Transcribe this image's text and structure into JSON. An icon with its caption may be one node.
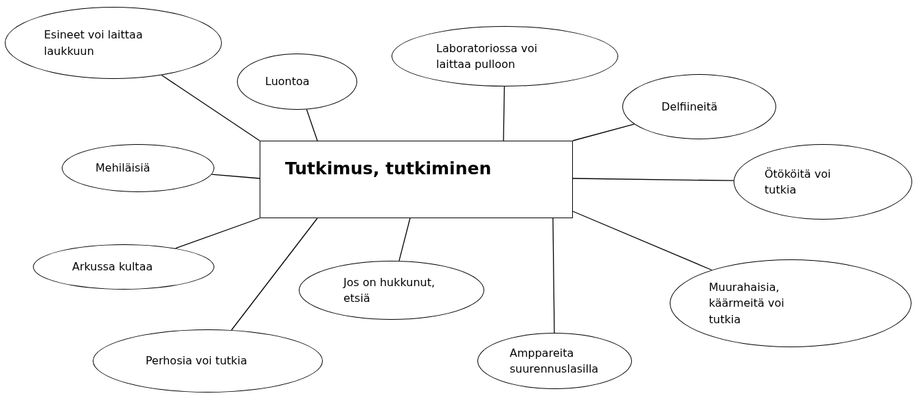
{
  "diagram": {
    "nodes": [
      {
        "text": [
          "Tutkimus, tutkiminen"
        ]
      },
      {
        "text": [
          "Esineet voi laittaa laukkuun"
        ]
      },
      {
        "text": [
          "Luontoa"
        ]
      },
      {
        "text": [
          "Laboratoriossa voi laittaa pulloon"
        ]
      },
      {
        "text": [
          "Delfiineitä"
        ]
      },
      {
        "text": [
          "Mehiläisiä"
        ]
      },
      {
        "text": [
          "Ötököitä voi tutkia"
        ]
      },
      {
        "text": [
          "Arkussa kultaa"
        ]
      },
      {
        "text": [
          "Jos on hukkunut, etsiä"
        ]
      },
      {
        "text": [
          "Muurahaisia, käärmeitä voi tutkia"
        ]
      },
      {
        "text": [
          "Amppareita suurennuslasilla"
        ]
      },
      {
        "text": [
          "Perhosia voi tutkia"
        ]
      }
    ],
    "edges": [
      {
        "from": 0,
        "to": 1,
        "arrow": "none"
      },
      {
        "from": 0,
        "to": 2,
        "arrow": "none"
      },
      {
        "from": 0,
        "to": 3,
        "arrow": "none"
      },
      {
        "from": 0,
        "to": 4,
        "arrow": "none"
      },
      {
        "from": 0,
        "to": 5,
        "arrow": "none"
      },
      {
        "from": 0,
        "to": 6,
        "arrow": "none"
      },
      {
        "from": 0,
        "to": 7,
        "arrow": "none"
      },
      {
        "from": 0,
        "to": 8,
        "arrow": "none"
      },
      {
        "from": 0,
        "to": 9,
        "arrow": "none"
      },
      {
        "from": 0,
        "to": 10,
        "arrow": "none"
      },
      {
        "from": 0,
        "to": 11,
        "arrow": "none"
      }
    ]
  }
}
